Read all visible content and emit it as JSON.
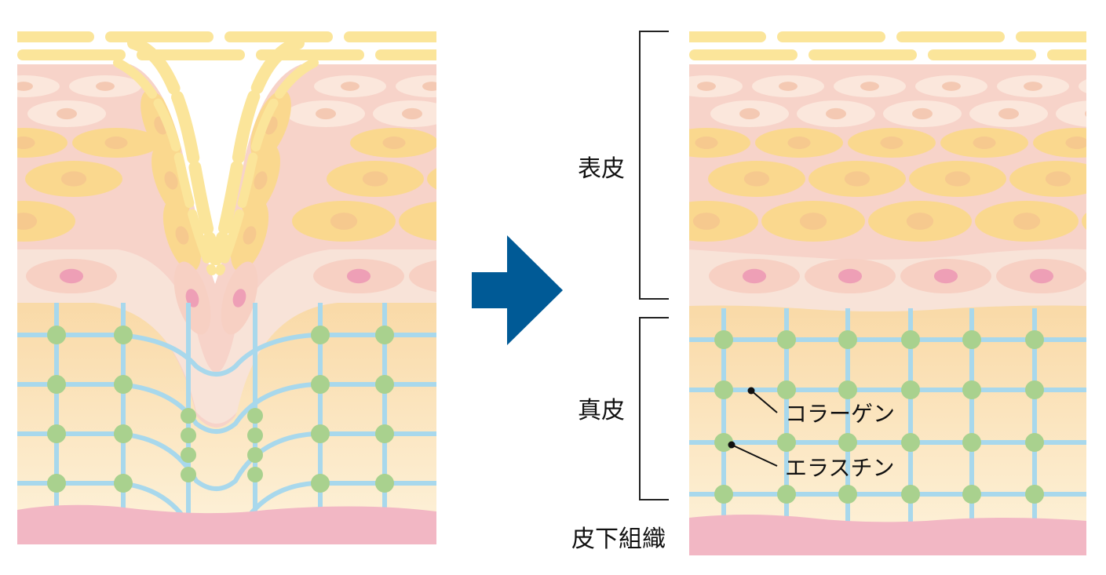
{
  "labels": {
    "epidermis": "表皮",
    "dermis": "真皮",
    "subcutaneous": "皮下組織",
    "collagen": "コラーゲン",
    "elastin": "エラスチン"
  },
  "colors": {
    "stratum_corneum": "#fbe59a",
    "epidermis_bg": "#f7d3c9",
    "cell_light": "#fbe7dc",
    "cell_yellow": "#fad88e",
    "cell_nucleus": "#f6c98e",
    "basal_layer": "#f8e3d8",
    "basal_nucleus": "#ee9fb6",
    "dermis_top": "#f9d9a6",
    "dermis_bottom": "#fdf0d6",
    "fiber_blue": "#a8d8ec",
    "fiber_node": "#a9d18e",
    "subcutis": "#f2b7c4",
    "arrow": "#005a96",
    "bracket": "#222222"
  }
}
